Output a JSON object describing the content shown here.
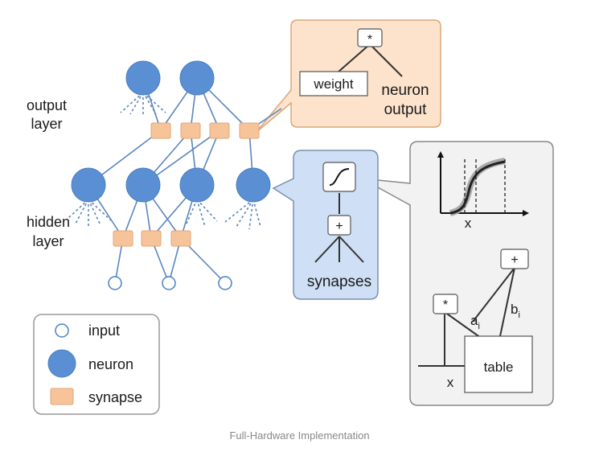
{
  "labels": {
    "output_layer": [
      "output",
      "layer"
    ],
    "hidden_layer": [
      "hidden",
      "layer"
    ]
  },
  "output_callout": {
    "operator": "*",
    "weight": "weight",
    "neuron_output": [
      "neuron",
      "output"
    ]
  },
  "synapse_callout": {
    "label": "synapses",
    "add_operator": "+"
  },
  "hardware_callout": {
    "graph_x": "x",
    "add_operator": "+",
    "mul_operator": "*",
    "a_label": "a",
    "a_sub": "i",
    "b_label": "b",
    "b_sub": "i",
    "input_x": "x",
    "table": "table"
  },
  "legend": {
    "input": "input",
    "neuron": "neuron",
    "synapse": "synapse"
  },
  "caption": "Full-Hardware Implementation",
  "colors": {
    "neuron": "#5b8fd4",
    "neuron_stroke": "#4a7fc1",
    "synapse": "#f7c49a",
    "synapse_stroke": "#e0a577",
    "output_callout_bg": "#fde3cc",
    "synapse_callout_bg": "#cfdff5",
    "hardware_callout_bg": "#f2f2f2",
    "edge": "#5a85bf"
  }
}
